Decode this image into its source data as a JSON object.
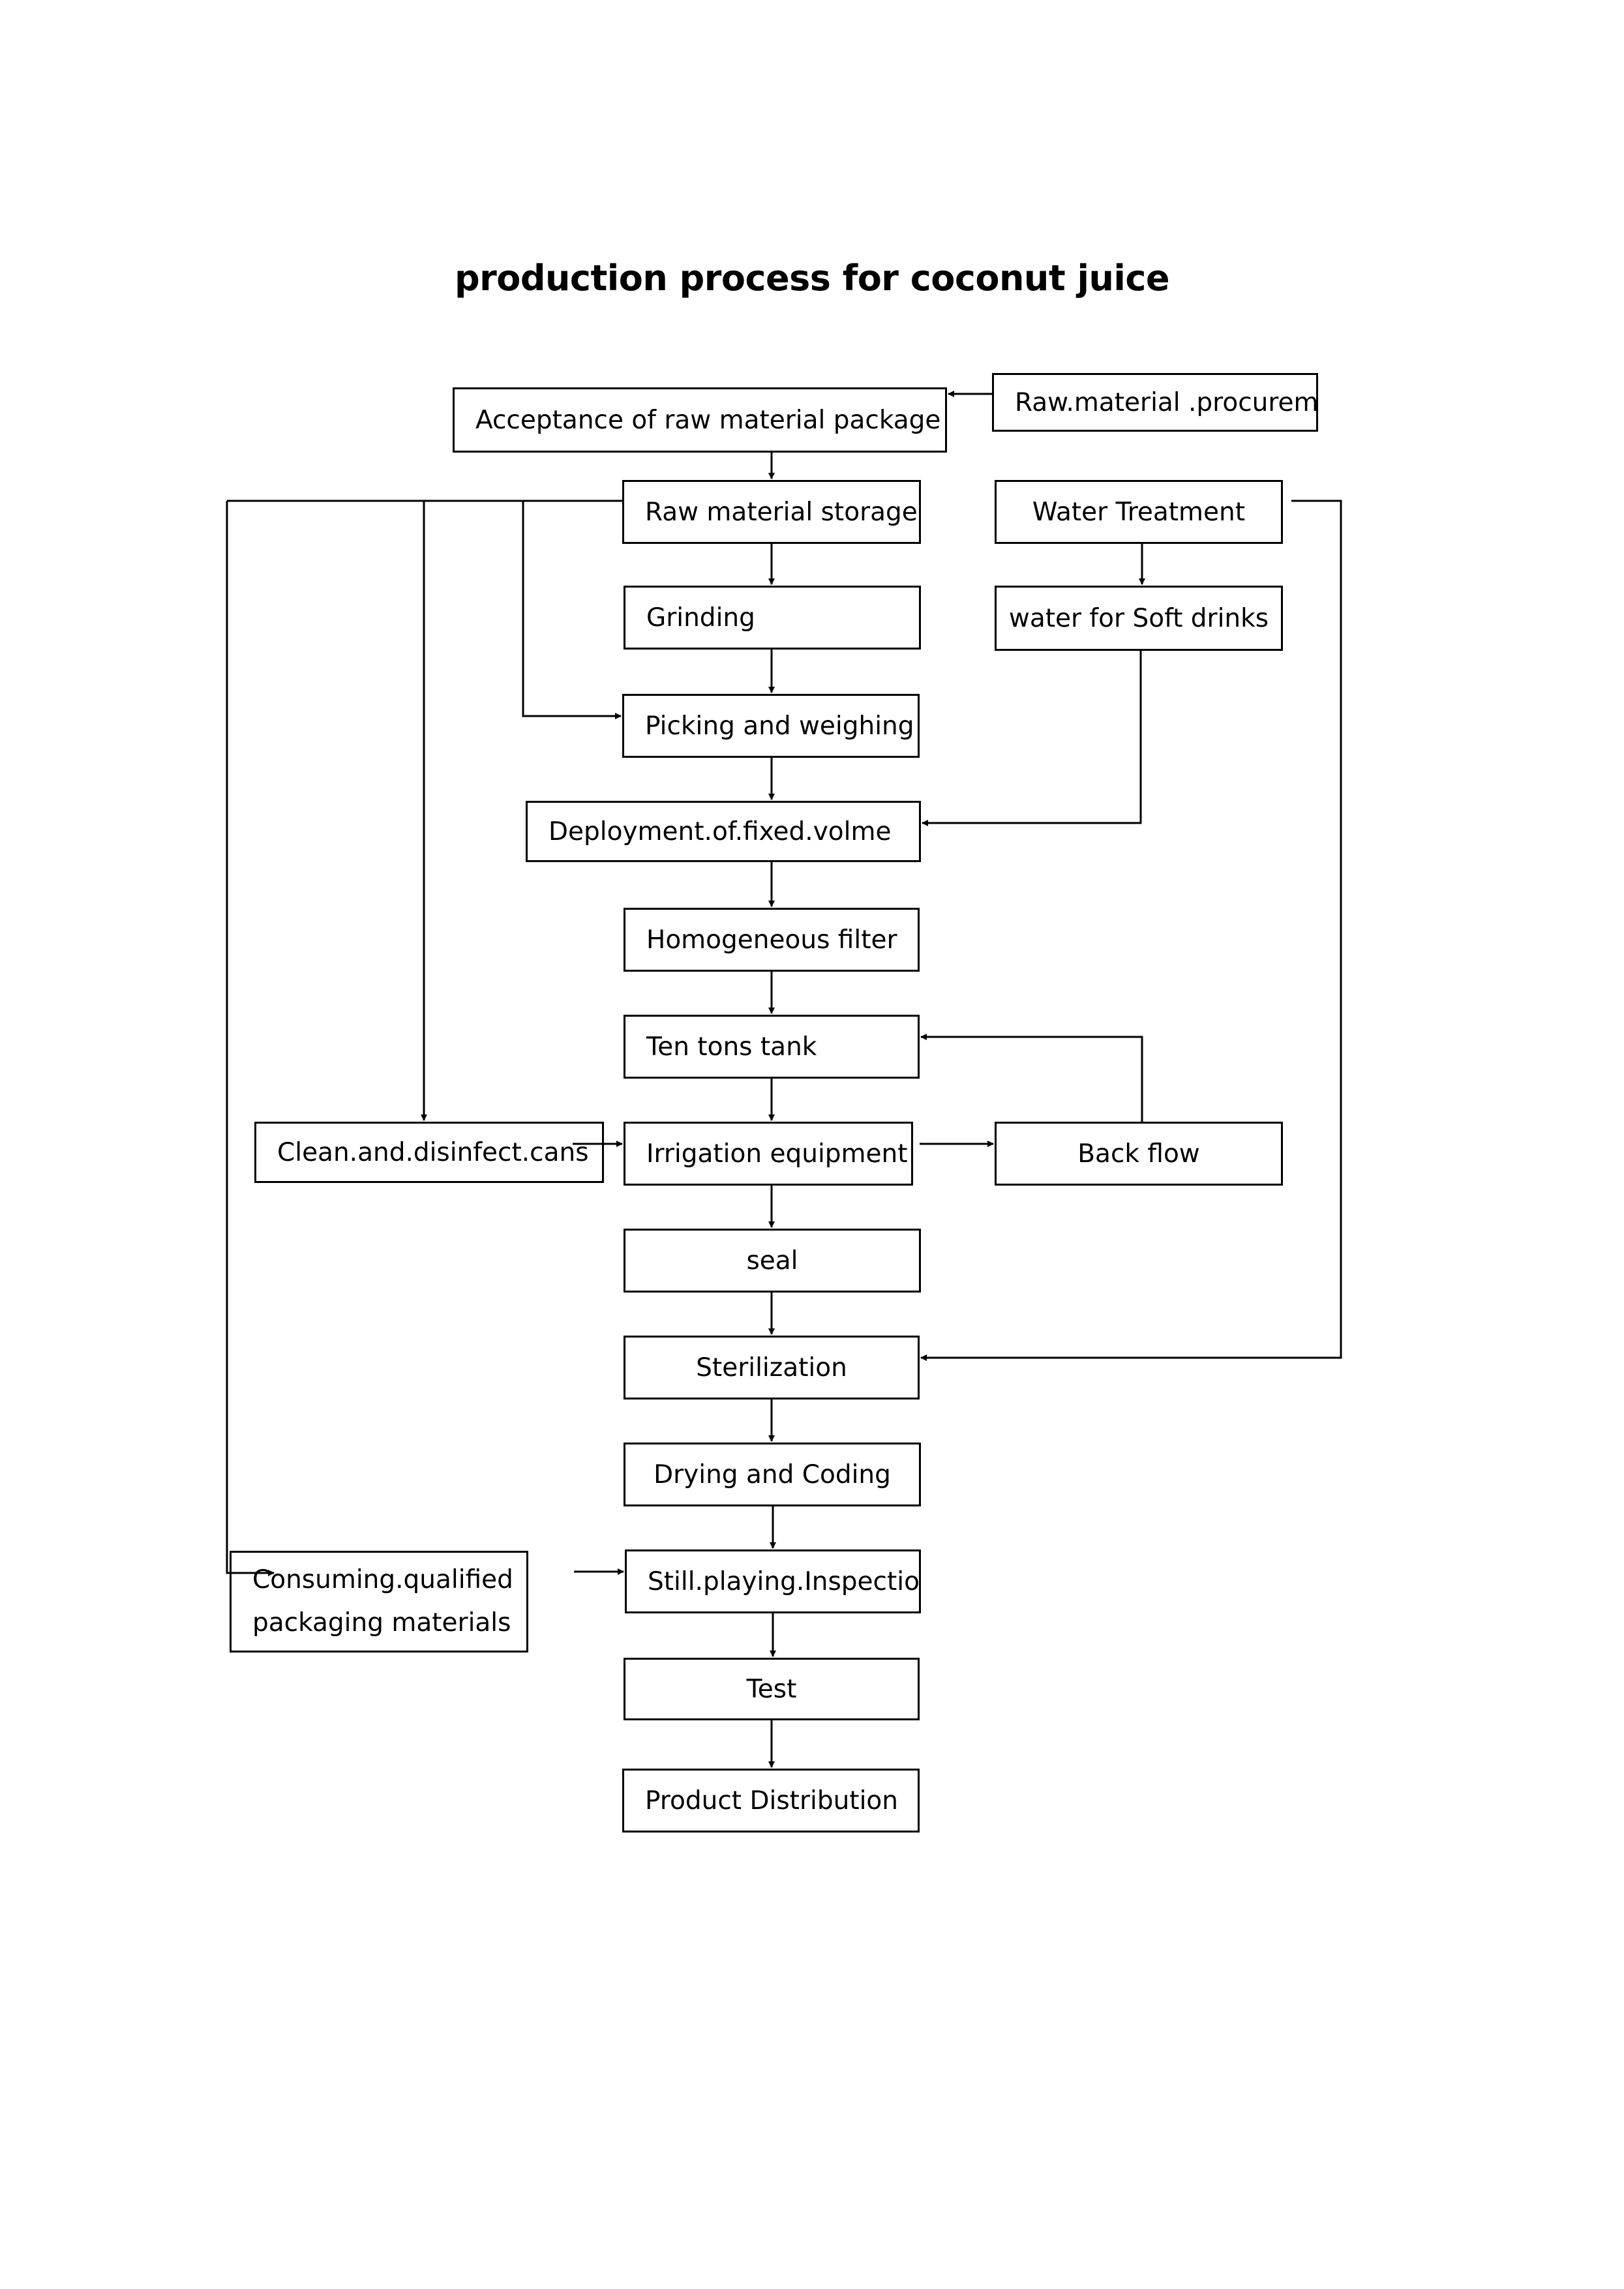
{
  "title": "production process for coconut juice",
  "nodes": {
    "acceptance": "Acceptance of raw material package",
    "procurement": "Raw.material  .procurem",
    "storage": "Raw material storage",
    "water_treatment": "Water Treatment",
    "grinding": "Grinding",
    "soft_water": "water for Soft drinks",
    "picking": "Picking and weighing",
    "deployment": "Deployment.of.fixed.volme",
    "homogeneous": "Homogeneous filter",
    "tank": "Ten tons tank",
    "clean_cans": "Clean.and.disinfect.cans",
    "irrigation": "Irrigation equipment",
    "back_flow": "Back flow",
    "seal": "seal",
    "sterilization": "Sterilization",
    "drying": "Drying and Coding",
    "packaging_line1": "Consuming.qualified",
    "packaging_line2": "packaging materials",
    "inspection": "Still.playing.Inspectio",
    "test": "Test",
    "distribution": "Product Distribution"
  }
}
